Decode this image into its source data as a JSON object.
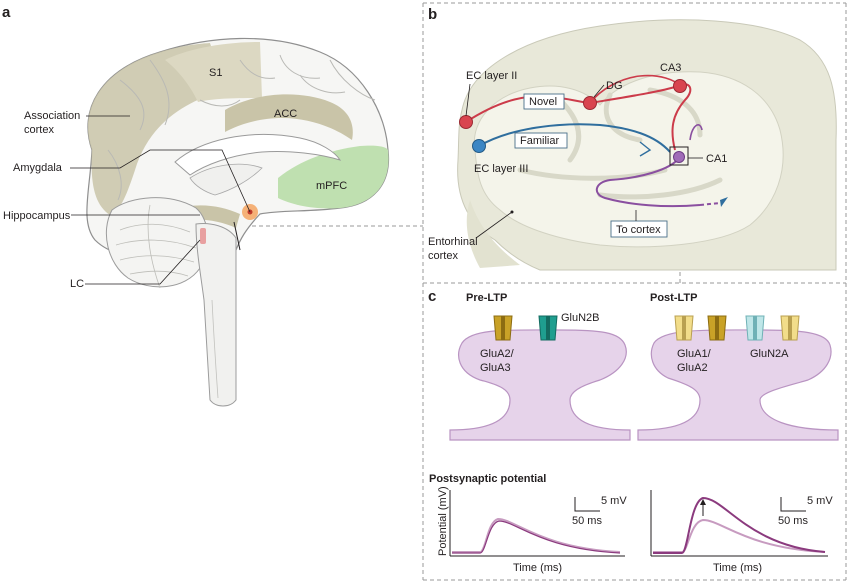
{
  "panels": {
    "a": "a",
    "b": "b",
    "c": "c"
  },
  "panel_a": {
    "regions": {
      "s1": "S1",
      "acc": "ACC",
      "mpfc": "mPFC",
      "association_cortex": [
        "Association",
        "cortex"
      ],
      "amygdala": "Amygdala",
      "hippocampus": "Hippocampus",
      "lc": "LC"
    },
    "colors": {
      "association": "#c9c4a8",
      "acc": "#c9c4a8",
      "mpfc": "#bfe0b0",
      "amygdala": "#f4a460",
      "lc": "#e8a0a0"
    }
  },
  "panel_b": {
    "labels": {
      "ec_layer_ii": "EC layer II",
      "ec_layer_iii": "EC layer III",
      "dg": "DG",
      "ca3": "CA3",
      "ca1": "CA1",
      "novel": "Novel",
      "familiar": "Familiar",
      "to_cortex": "To cortex",
      "entorhinal_cortex": [
        "Entorhinal",
        "cortex"
      ]
    },
    "colors": {
      "novel_path": "#cc3b4a",
      "familiar_path": "#2f6e9e",
      "ca1_path": "#8a4fa0"
    }
  },
  "panel_c": {
    "pre_ltp": {
      "title": "Pre-LTP",
      "glun2b": "GluN2B",
      "glua": [
        "GluA2/",
        "GluA3"
      ]
    },
    "post_ltp": {
      "title": "Post-LTP",
      "glua": [
        "GluA1/",
        "GluA2"
      ],
      "glun2a": "GluN2A"
    },
    "potential": {
      "title": "Postsynaptic potential",
      "ylabel": "Potential (mV)",
      "xlabel_left": "Time (ms)",
      "xlabel_right": "Time (ms)",
      "scale_mv_left": "5 mV",
      "scale_ms_left": "50 ms",
      "scale_mv_right": "5 mV",
      "scale_ms_right": "50 ms"
    },
    "colors": {
      "spine": "#e6d3ea",
      "trace_dark": "#8b3a7e",
      "trace_light": "#c79bc0"
    }
  }
}
